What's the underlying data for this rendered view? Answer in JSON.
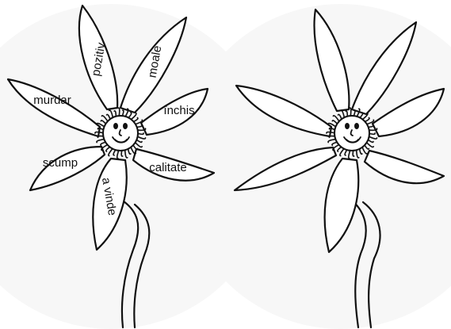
{
  "left_flower": {
    "petal_words": [
      "pozitiv",
      "moale",
      "închis",
      "calitate",
      "a vinde",
      "scump",
      "murdar"
    ]
  },
  "colors": {
    "outline": "#111111",
    "petal_fill": "#ffffff",
    "backdrop": "#f7f7f7"
  }
}
